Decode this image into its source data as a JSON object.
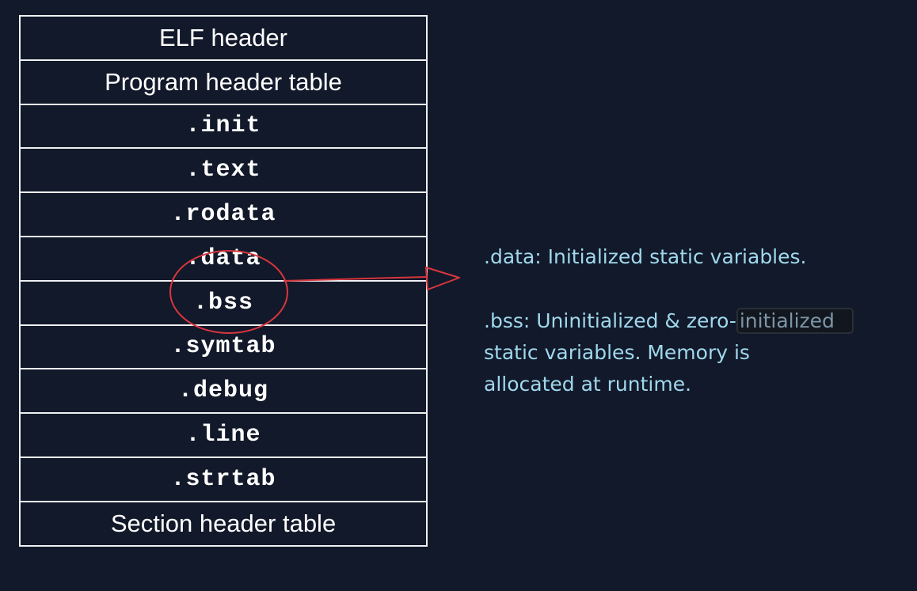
{
  "sections": [
    {
      "label": "ELF header",
      "style": "sans"
    },
    {
      "label": "Program header table",
      "style": "sans"
    },
    {
      "label": ".init",
      "style": "mono"
    },
    {
      "label": ".text",
      "style": "mono"
    },
    {
      "label": ".rodata",
      "style": "mono"
    },
    {
      "label": ".data",
      "style": "mono"
    },
    {
      "label": ".bss",
      "style": "mono"
    },
    {
      "label": ".symtab",
      "style": "mono"
    },
    {
      "label": ".debug",
      "style": "mono"
    },
    {
      "label": ".line",
      "style": "mono"
    },
    {
      "label": ".strtab",
      "style": "mono"
    },
    {
      "label": "Section header table",
      "style": "sans"
    }
  ],
  "annotations": {
    "data_note": ".data: Initialized static variables.",
    "bss_note_prefix": ".bss: Uninitialized & zero-",
    "bss_note_suggestion": "initialized",
    "bss_note_line2": "static variables. Memory is",
    "bss_note_line3": "allocated at runtime."
  },
  "colors": {
    "background": "#12192a",
    "table_border": "#eef0f2",
    "highlight_red": "#d9363e",
    "annotation_text": "#9fd8ec"
  }
}
